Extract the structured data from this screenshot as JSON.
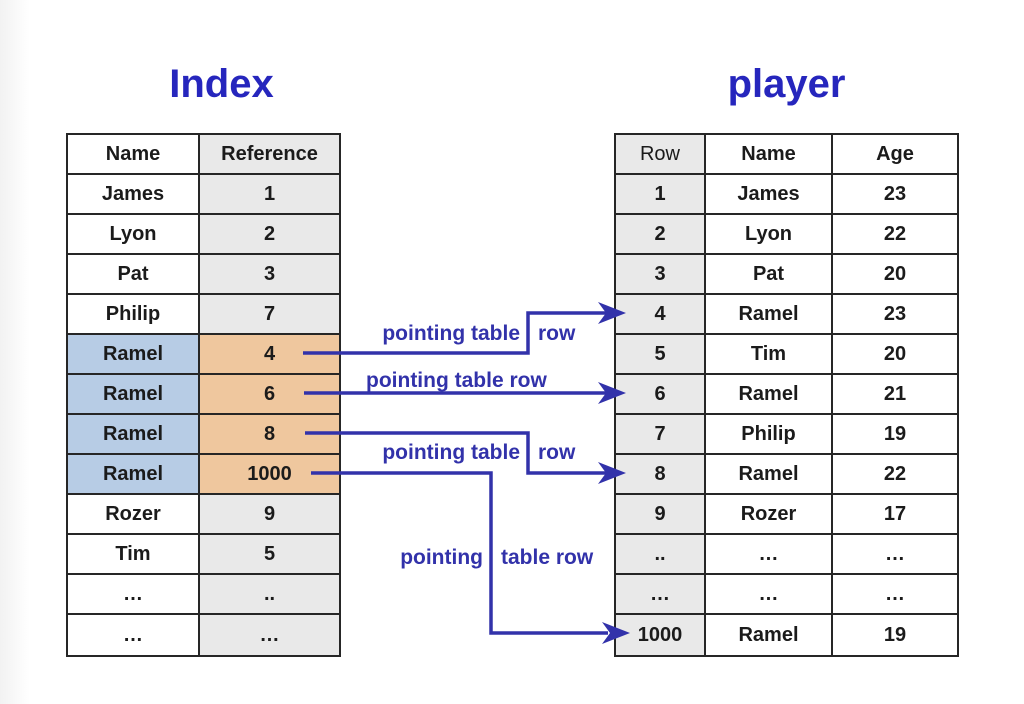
{
  "titles": {
    "index": "Index",
    "player": "player"
  },
  "index_table": {
    "headers": [
      "Name",
      "Reference"
    ],
    "rows": [
      [
        "James",
        "1"
      ],
      [
        "Lyon",
        "2"
      ],
      [
        "Pat",
        "3"
      ],
      [
        "Philip",
        "7"
      ],
      [
        "Ramel",
        "4"
      ],
      [
        "Ramel",
        "6"
      ],
      [
        "Ramel",
        "8"
      ],
      [
        "Ramel",
        "1000"
      ],
      [
        "Rozer",
        "9"
      ],
      [
        "Tim",
        "5"
      ],
      [
        "…",
        ".."
      ],
      [
        "…",
        "…"
      ]
    ],
    "highlighted_rows": [
      4,
      5,
      6,
      7
    ]
  },
  "player_table": {
    "headers": [
      "Row",
      "Name",
      "Age"
    ],
    "rows": [
      [
        "1",
        "James",
        "23"
      ],
      [
        "2",
        "Lyon",
        "22"
      ],
      [
        "3",
        "Pat",
        "20"
      ],
      [
        "4",
        "Ramel",
        "23"
      ],
      [
        "5",
        "Tim",
        "20"
      ],
      [
        "6",
        "Ramel",
        "21"
      ],
      [
        "7",
        "Philip",
        "19"
      ],
      [
        "8",
        "Ramel",
        "22"
      ],
      [
        "9",
        "Rozer",
        "17"
      ],
      [
        "..",
        "…",
        "…"
      ],
      [
        "…",
        "…",
        "…"
      ],
      [
        "1000",
        "Ramel",
        "19"
      ]
    ],
    "arrow_target_rows": [
      3,
      5,
      7,
      11
    ]
  },
  "annotations": {
    "label1": {
      "left": "pointing table",
      "right": "row"
    },
    "label2": {
      "text": "pointing table row"
    },
    "label3": {
      "left": "pointing table",
      "right": "row"
    },
    "label4": {
      "left": "pointing",
      "right": "table row"
    }
  },
  "colors": {
    "title_blue": "#2626bd",
    "arrow_blue": "#3232aa",
    "highlight_blue": "#b7cce5",
    "highlight_orange": "#efc79e",
    "cell_gray": "#e9e9e9",
    "border_dark": "#262626",
    "cell_text": "#1b1b1b"
  }
}
